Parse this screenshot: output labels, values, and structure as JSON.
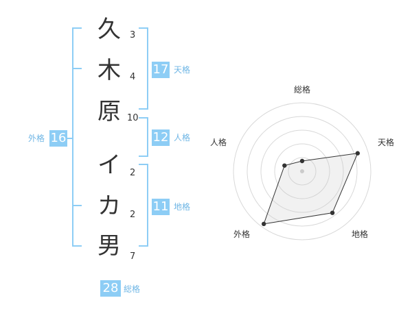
{
  "name": {
    "characters": [
      {
        "char": "久",
        "strokes": "3"
      },
      {
        "char": "木",
        "strokes": "4"
      },
      {
        "char": "原",
        "strokes": "10"
      },
      {
        "char": "イ",
        "strokes": "2"
      },
      {
        "char": "カ",
        "strokes": "2"
      },
      {
        "char": "男",
        "strokes": "7"
      }
    ]
  },
  "fortunes": {
    "tenkaku": {
      "value": "17",
      "label": "天格"
    },
    "jinkaku": {
      "value": "12",
      "label": "人格"
    },
    "chikaku": {
      "value": "11",
      "label": "地格"
    },
    "gaikaku": {
      "value": "16",
      "label": "外格"
    },
    "soukaku": {
      "value": "28",
      "label": "総格"
    }
  },
  "radar": {
    "axes": [
      "総格",
      "天格",
      "地格",
      "外格",
      "人格"
    ],
    "levels": 5,
    "values": [
      0.15,
      0.85,
      0.75,
      0.95,
      0.27
    ]
  },
  "colors": {
    "accent": "#8dcdf5",
    "accent_text": "#6fb6e5",
    "text": "#333333"
  }
}
